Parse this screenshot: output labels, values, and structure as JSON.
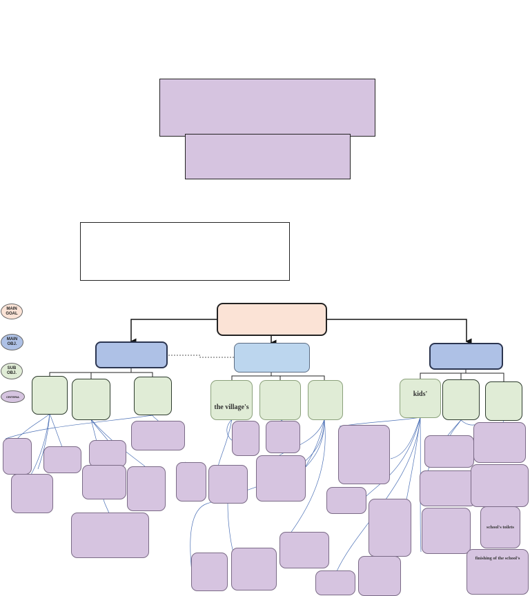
{
  "legend": {
    "main_goal": "MAIN\nGOAL",
    "main_obj": "MAIN\nOBJ.",
    "sub_obj": "SUB\nOBJ.",
    "criteria": "CRITERIA"
  },
  "subobjectives": {
    "village": "the village's",
    "kids": "kids'"
  },
  "criteria": {
    "toilets": "school's toilets",
    "finishing": "finishing of the school's"
  },
  "colors": {
    "main_goal": "#fbe3d6",
    "main_obj": "#aec1e6",
    "sub_obj": "#e0ecd6",
    "criteria": "#d6c4e0",
    "connector": "#4a6fb5"
  }
}
